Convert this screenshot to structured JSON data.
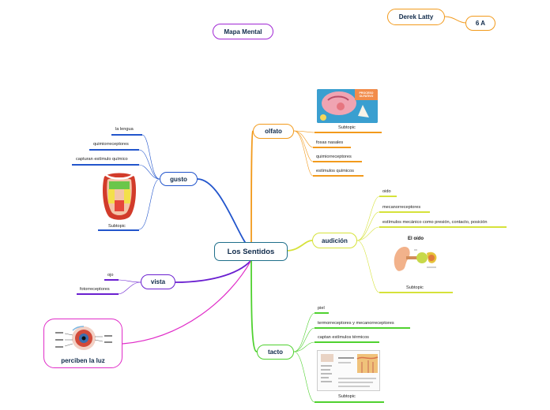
{
  "title": "Mapa Mental",
  "author": "Derek Latty",
  "group": "6 A",
  "central": "Los Sentidos",
  "colors": {
    "central": "#1f6f8b",
    "gusto": "#2255cc",
    "olfato": "#f29a1c",
    "audicion": "#d6e23a",
    "vista": "#6a1fd0",
    "tacto": "#4fd12f",
    "luz": "#e02cc8",
    "title": "#a026d4",
    "author": "#f29a1c"
  },
  "branches": {
    "gusto": {
      "label": "gusto",
      "leaves": [
        "la lengua",
        "quimiorreceptores",
        "capturan estímulo químico"
      ],
      "image_caption": "Subtopic"
    },
    "olfato": {
      "label": "olfato",
      "image_caption": "Subtopic",
      "image_text": "PROCESO OLFATIVO",
      "leaves": [
        "fosas nasales",
        "quimiorreceptores",
        "estímulos químicos"
      ]
    },
    "audicion": {
      "label": "audición",
      "leaves": [
        "oido",
        "mecanorreceptores",
        "estímulos mecánico como presión, contacto, posición"
      ],
      "image_title": "El oído",
      "image_caption": "Subtopic"
    },
    "vista": {
      "label": "vista",
      "leaves": [
        "ojo",
        "fotorreceptores"
      ]
    },
    "luz": {
      "label": "perciben la luz"
    },
    "tacto": {
      "label": "tacto",
      "leaves": [
        "piel",
        "termorreceptores y mecanorreceptores",
        "captan estímulos térmicos"
      ],
      "image_caption": "Subtopic"
    }
  }
}
